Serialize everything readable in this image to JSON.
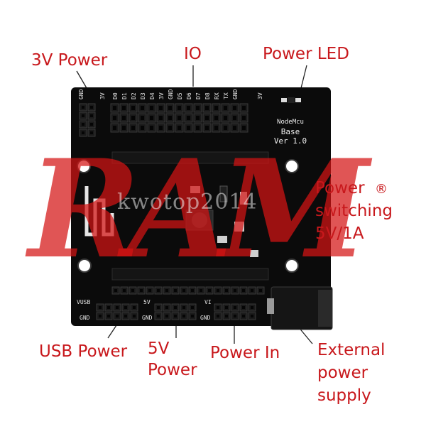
{
  "callouts": {
    "power_3v": "3V Power",
    "io": "IO",
    "power_led": "Power LED",
    "power_switching": [
      "Power",
      "switching",
      "5V/1A"
    ],
    "usb_power": "USB Power",
    "power_5v": [
      "5V",
      "Power"
    ],
    "power_in": "Power In",
    "external_supply": [
      "External",
      "power",
      "supply"
    ]
  },
  "board": {
    "header_labels": [
      "GND",
      "3V",
      "D0",
      "D1",
      "D2",
      "D3",
      "D4",
      "3V",
      "GND",
      "D5",
      "D6",
      "D7",
      "D8",
      "RX",
      "TX",
      "GND",
      "3V"
    ],
    "brand": [
      "NodeMcu",
      "Base",
      "Ver 1.0"
    ],
    "bottom_labels": {
      "vusb": "VUSB",
      "gnd_left": "GND",
      "v5": "5V",
      "gnd_mid": "GND",
      "vin": "VI",
      "gnd_right": "GND"
    }
  },
  "watermark": {
    "text": "kwotop2014",
    "mark": "RAM",
    "registered": "®"
  },
  "colors": {
    "board": "#0b0b0b",
    "callout_text": "#c8181c",
    "watermark_red": "#d41414",
    "silkscreen": "#e8e8e8",
    "header_pin": "#1a1a1a"
  }
}
